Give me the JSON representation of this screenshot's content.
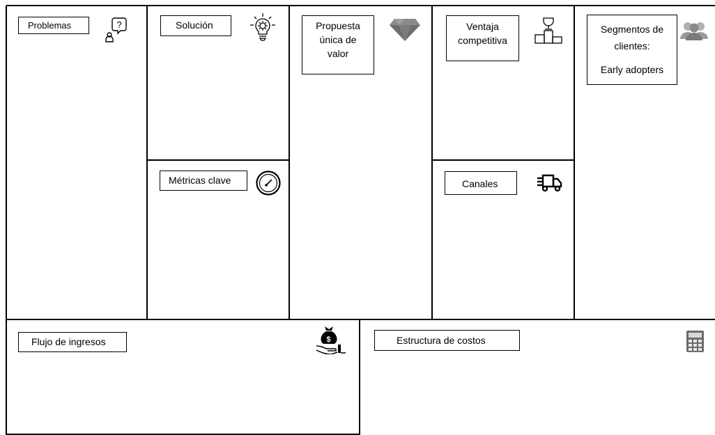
{
  "canvas": {
    "problems": {
      "label": "Problemas",
      "icon": "question-speech-person-icon"
    },
    "solution": {
      "label": "Solución",
      "icon": "lightbulb-gear-icon"
    },
    "metrics": {
      "label": "Métricas clave",
      "icon": "speedometer-icon"
    },
    "uvp": {
      "line1": "Propuesta",
      "line2": "única de",
      "line3": "valor",
      "icon": "diamond-icon"
    },
    "advantage": {
      "line1": "Ventaja",
      "line2": "competitiva",
      "icon": "trophy-podium-icon"
    },
    "channels": {
      "label": "Canales",
      "icon": "delivery-truck-icon"
    },
    "segments": {
      "line1": "Segmentos de",
      "line2": "clientes:",
      "line3": "Early adopters",
      "icon": "people-icon"
    },
    "revenue": {
      "label": "Flujo de ingresos",
      "icon": "money-bag-hand-icon"
    },
    "costs": {
      "label": "Estructura de costos",
      "icon": "calculator-icon"
    }
  }
}
